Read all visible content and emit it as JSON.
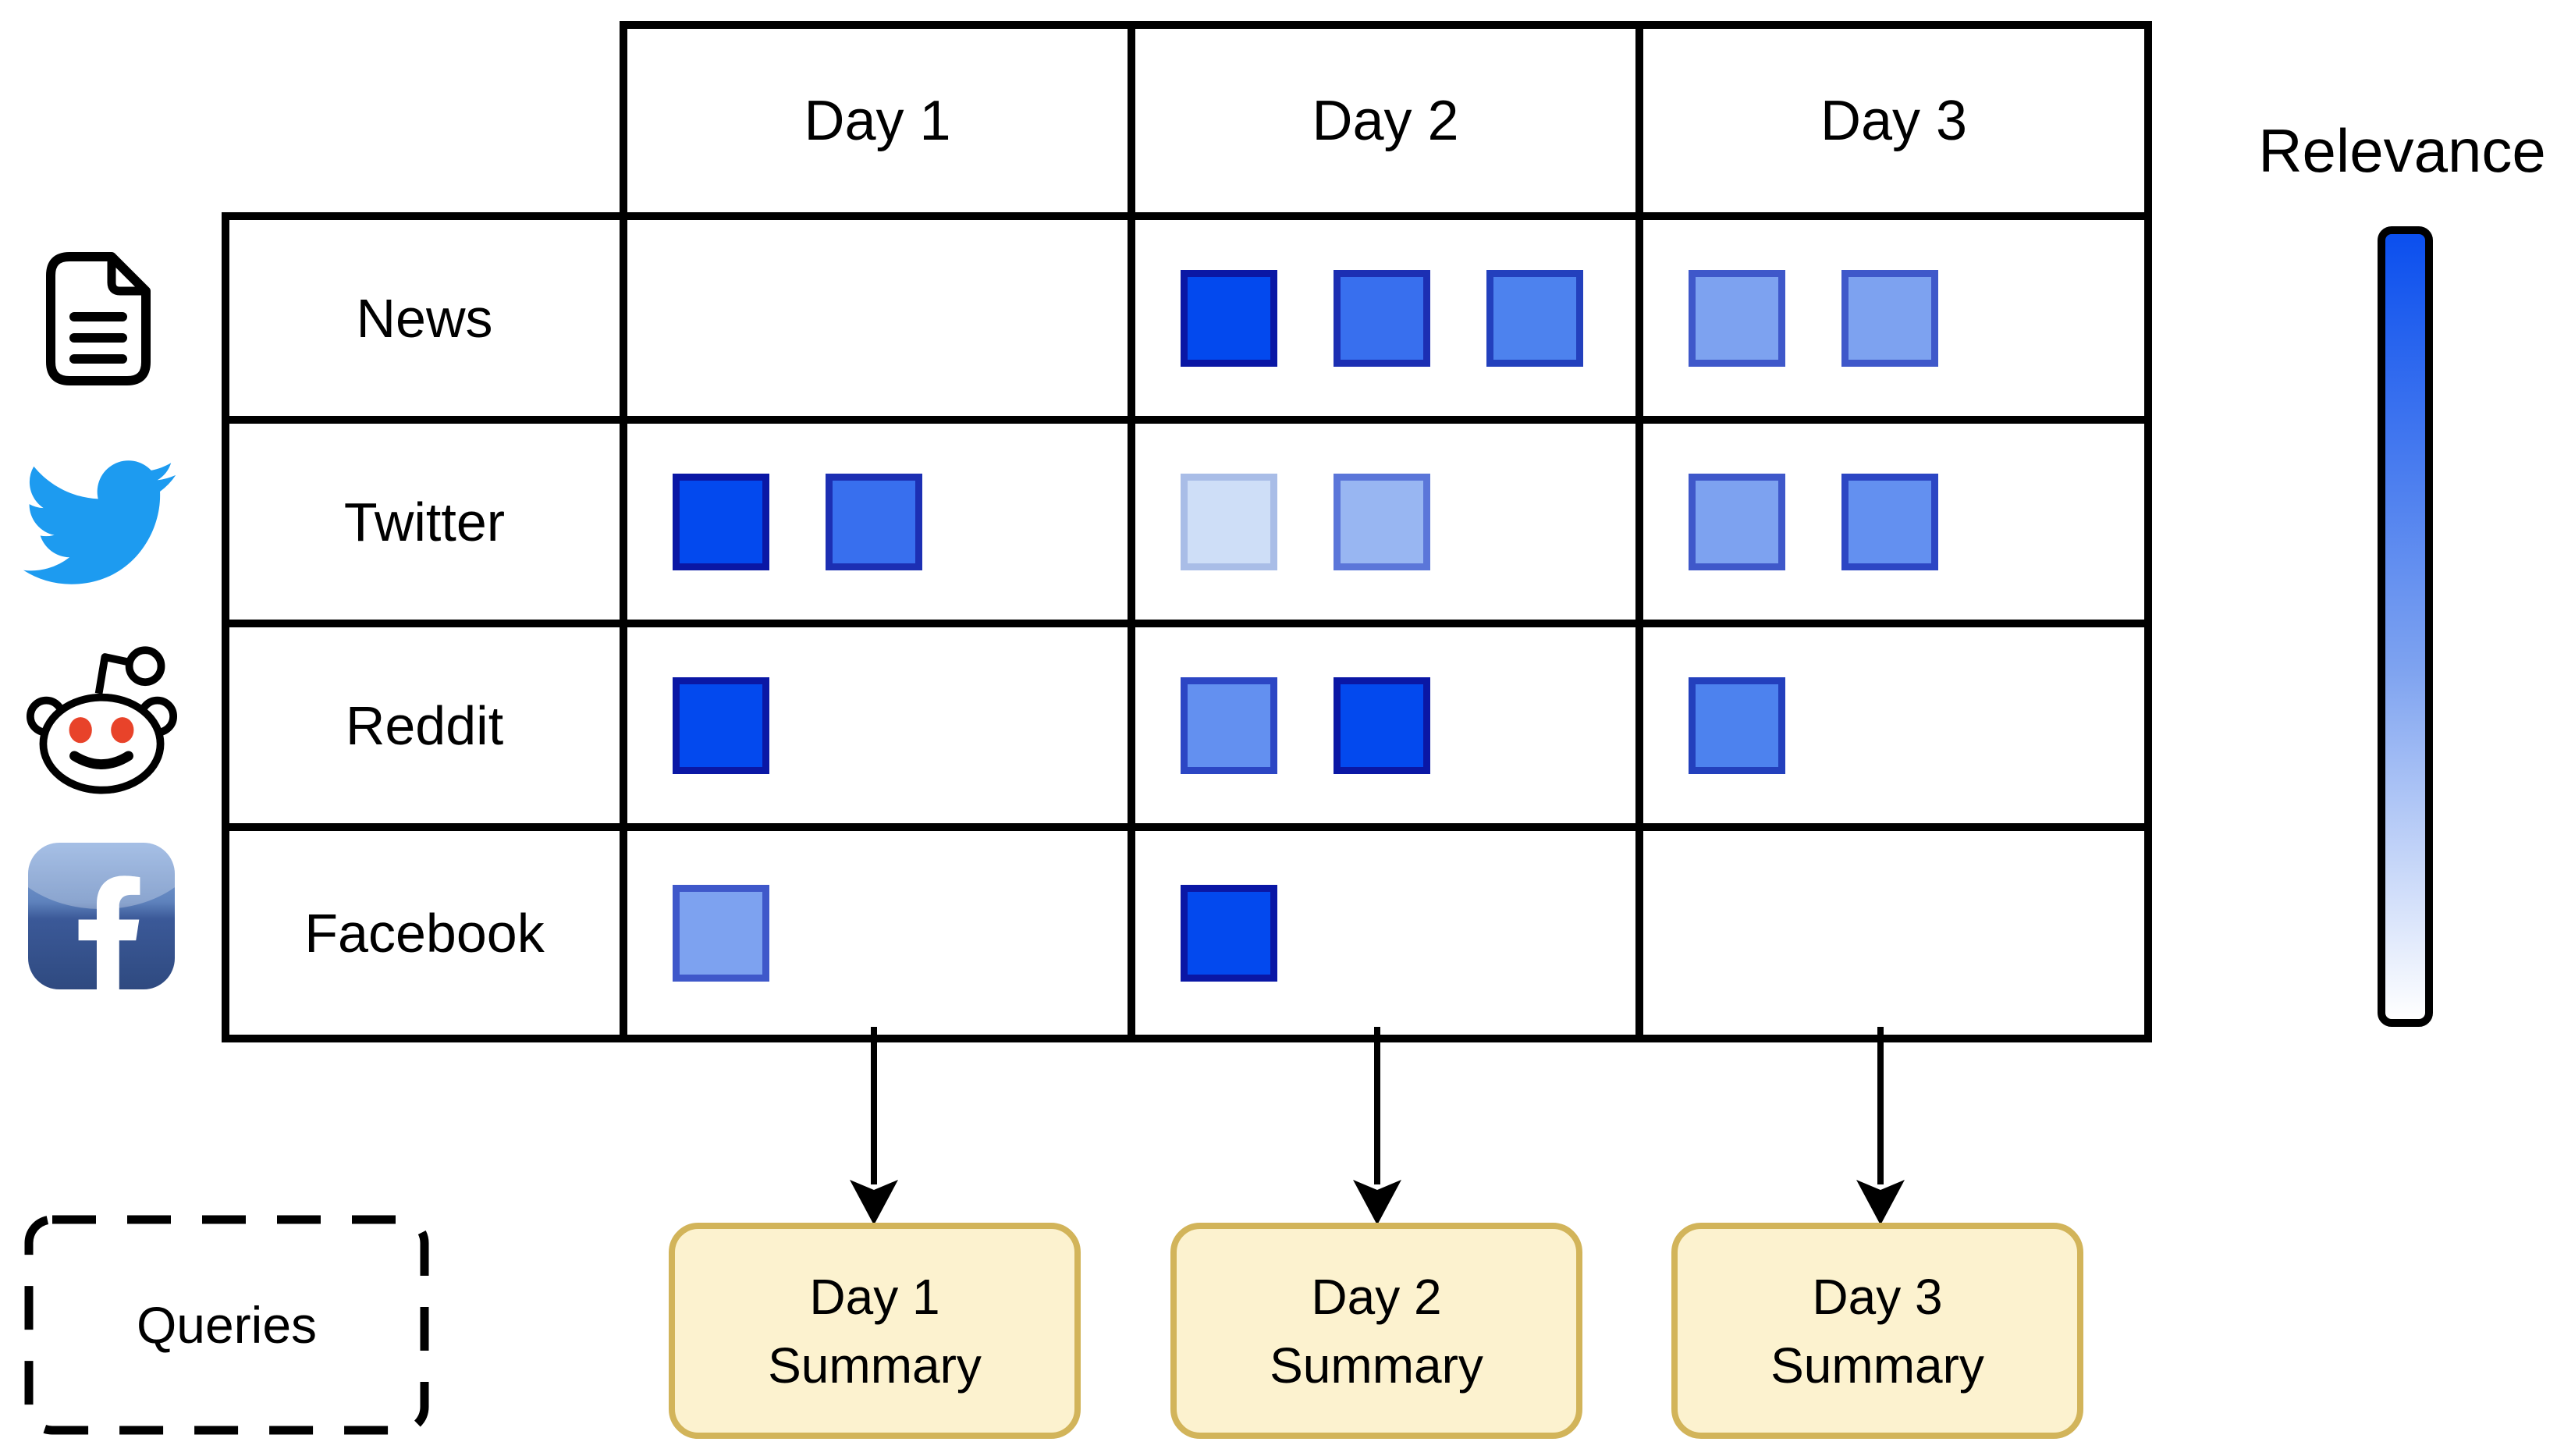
{
  "table": {
    "columns": [
      "Day 1",
      "Day 2",
      "Day 3"
    ],
    "rows": [
      {
        "label": "News",
        "icon": "news-document-icon",
        "cells": [
          [],
          [
            0,
            1,
            2
          ],
          [
            4,
            4
          ]
        ]
      },
      {
        "label": "Twitter",
        "icon": "twitter-icon",
        "cells": [
          [
            0,
            1
          ],
          [
            6,
            5
          ],
          [
            4,
            3
          ]
        ]
      },
      {
        "label": "Reddit",
        "icon": "reddit-icon",
        "cells": [
          [
            0
          ],
          [
            3,
            0
          ],
          [
            2
          ]
        ]
      },
      {
        "label": "Facebook",
        "icon": "facebook-icon",
        "cells": [
          [
            4
          ],
          [
            0
          ],
          []
        ]
      }
    ]
  },
  "relevance_palette": [
    {
      "fill": "#0349ee",
      "border": "#0a17a5"
    },
    {
      "fill": "#386fee",
      "border": "#1c2fb3"
    },
    {
      "fill": "#4d82ee",
      "border": "#2340bd"
    },
    {
      "fill": "#6390f0",
      "border": "#2c46c4"
    },
    {
      "fill": "#7da2f0",
      "border": "#3f58ca"
    },
    {
      "fill": "#98b6f2",
      "border": "#5b76d9"
    },
    {
      "fill": "#cedef7",
      "border": "#a9bde7"
    }
  ],
  "legend": {
    "label": "Relevance",
    "top_color": "#0b4fee",
    "bottom_color": "#ffffff"
  },
  "queries": {
    "label": "Queries"
  },
  "summaries": [
    {
      "line1": "Day 1",
      "line2": "Summary"
    },
    {
      "line1": "Day 2",
      "line2": "Summary"
    },
    {
      "line1": "Day 3",
      "line2": "Summary"
    }
  ],
  "colors": {
    "summary_fill": "#fcf2cf",
    "summary_border": "#d2b45a",
    "twitter_blue": "#1d9bf0",
    "reddit_eye": "#e8432a",
    "facebook_gradient_top": "#84a7dc",
    "facebook_gradient_bottom": "#2f4a80",
    "line_color": "#000000"
  }
}
